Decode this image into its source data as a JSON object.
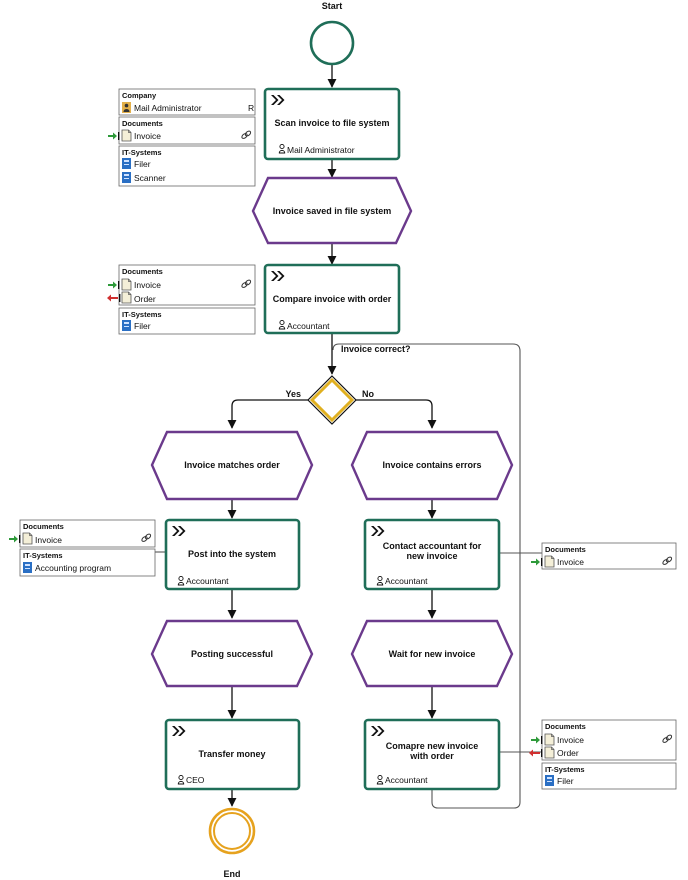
{
  "start": {
    "label": "Start"
  },
  "end": {
    "label": "End"
  },
  "tasks": [
    {
      "id": "t1",
      "title": "Scan invoice to file system",
      "role": "Mail Administrator"
    },
    {
      "id": "t2",
      "title": "Compare invoice with order",
      "role": "Accountant"
    },
    {
      "id": "t3",
      "title": "Post into the system",
      "role": "Accountant"
    },
    {
      "id": "t4",
      "title": "Contact accountant for new invoice",
      "role": "Accountant"
    },
    {
      "id": "t5",
      "title": "Transfer money",
      "role": "CEO"
    },
    {
      "id": "t6",
      "title": "Comapre new invoice with order",
      "role": "Accountant"
    }
  ],
  "events": [
    {
      "id": "e1",
      "label": "Invoice saved in file system"
    },
    {
      "id": "e2",
      "label": "Invoice matches order"
    },
    {
      "id": "e3",
      "label": "Invoice contains errors"
    },
    {
      "id": "e4",
      "label": "Posting successful"
    },
    {
      "id": "e5",
      "label": "Wait for new invoice"
    }
  ],
  "gateway": {
    "question": "Invoice correct?",
    "yes": "Yes",
    "no": "No"
  },
  "panels": {
    "p1_company": {
      "header": "Company",
      "item": "Mail Administrator",
      "badge": "R"
    },
    "p1_documents": {
      "header": "Documents",
      "items": [
        "Invoice"
      ]
    },
    "p1_it": {
      "header": "IT-Systems",
      "items": [
        "Filer",
        "Scanner"
      ]
    },
    "p2_documents": {
      "header": "Documents",
      "items": [
        "Invoice",
        "Order"
      ]
    },
    "p2_it": {
      "header": "IT-Systems",
      "items": [
        "Filer"
      ]
    },
    "p3_documents": {
      "header": "Documents",
      "items": [
        "Invoice"
      ]
    },
    "p3_it": {
      "header": "IT-Systems",
      "items": [
        "Accounting program"
      ]
    },
    "p4_documents": {
      "header": "Documents",
      "items": [
        "Invoice"
      ]
    },
    "p6_documents": {
      "header": "Documents",
      "items": [
        "Invoice",
        "Order"
      ]
    },
    "p6_it": {
      "header": "IT-Systems",
      "items": [
        "Filer"
      ]
    }
  },
  "colors": {
    "task_border": "#1f6e58",
    "event_border": "#6b3a8c",
    "start_border": "#1f6e58",
    "end_border": "#e6a21e",
    "gateway_border": "#e0b020",
    "doc_input_arrow": "#2e9a3a",
    "doc_output_arrow": "#d03030",
    "it_icon": "#2a6fc4",
    "role_icon": "#e3b04a"
  }
}
